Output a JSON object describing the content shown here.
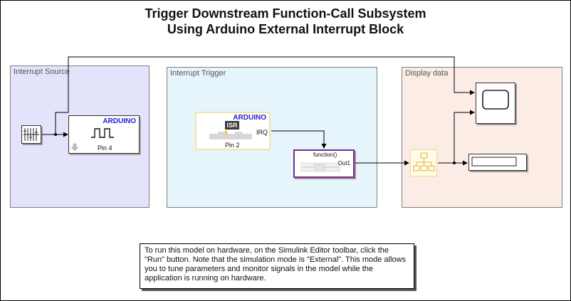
{
  "title": {
    "line1": "Trigger Downstream Function-Call Subsystem",
    "line2": "Using Arduino External Interrupt Block"
  },
  "areas": {
    "source": {
      "label": "Interrupt Source"
    },
    "trigger": {
      "label": "Interrupt Trigger"
    },
    "display": {
      "label": "Display data"
    }
  },
  "blocks": {
    "digital_read": {
      "brand": "ARDUINO",
      "pin": "Pin 4"
    },
    "interrupt": {
      "brand": "ARDUINO",
      "badge": "ISR",
      "pin": "Pin 2",
      "port": "IRQ"
    },
    "function_call_subsystem": {
      "title": "function()",
      "port": "Out1"
    }
  },
  "note": {
    "text": "To run this model on hardware, on the Simulink Editor toolbar, click the \"Run\" button. Note that the simulation mode is \"External\". This mode allows you to tune parameters and monitor signals in the model while  the application is running on hardware."
  },
  "colors": {
    "source_area": "#e3e3fb",
    "trigger_area": "#e6f4fc",
    "display_area": "#fcece6",
    "arduino_text": "#1f1fd0",
    "subsystem_border": "#7a2a8a"
  },
  "icons": [
    "signal-builder-icon",
    "square-wave-icon",
    "down-arrow-icon",
    "isr-icon",
    "scope-icon",
    "display-icon",
    "bus-monitor-icon"
  ]
}
